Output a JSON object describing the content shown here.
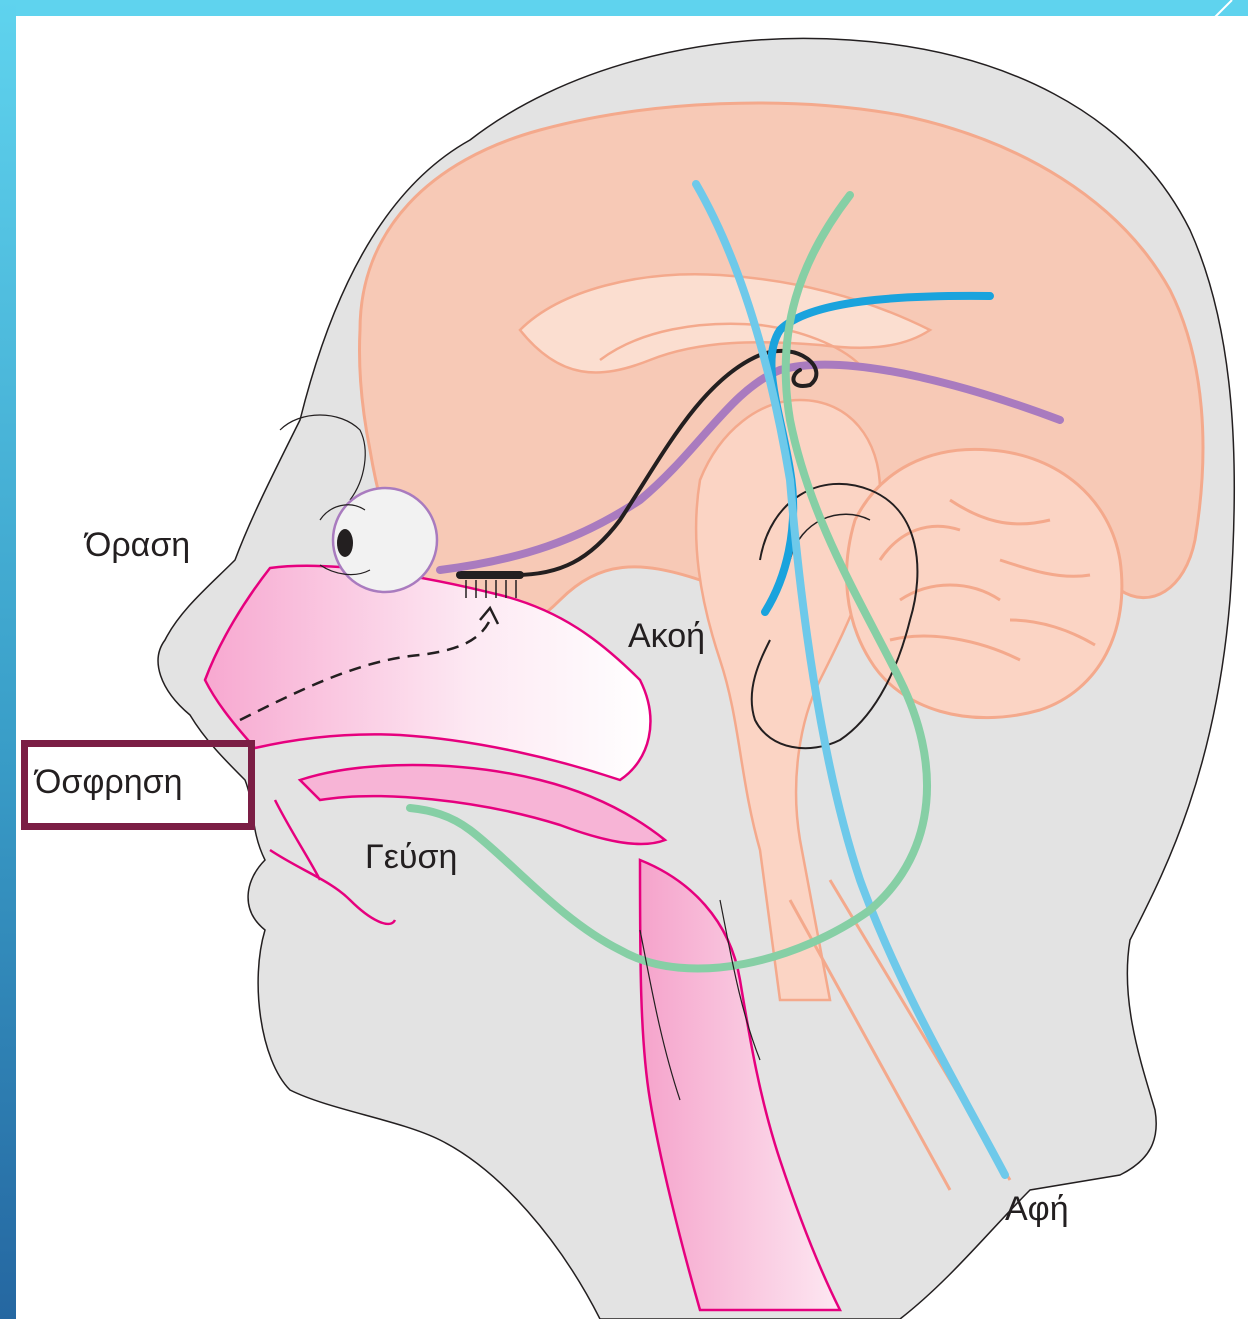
{
  "labels": {
    "vision": "Όραση",
    "hearing": "Ακοή",
    "smell": "Όσφρηση",
    "taste": "Γεύση",
    "touch": "Αφή"
  },
  "highlighted_label": "smell",
  "colors": {
    "frame": "#5fd3ee",
    "frame_dark": "#2567a1",
    "head": "#e3e3e3",
    "brain": "#f7c9b6",
    "brain_outline": "#f4a98c",
    "nasal_pink": "#f27bb8",
    "nasal_outline": "#e6007e",
    "vision_pathway": "#a97bbf",
    "olfactory_pathway": "#231f20",
    "hearing_pathway": "#1aa3dd",
    "touch_pathway": "#6ec9ea",
    "taste_pathway": "#86cfa5",
    "highlight": "#7b1e45"
  }
}
